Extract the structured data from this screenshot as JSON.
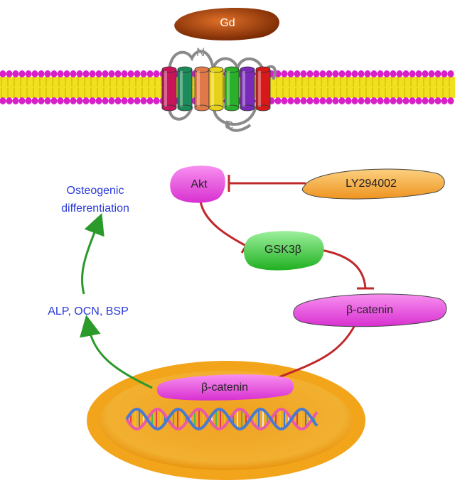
{
  "ligand": {
    "label": "Gd",
    "color": "#9a3a08"
  },
  "receptor": {
    "n_label": "N",
    "c_label": "C",
    "helix_colors": [
      "#c8145a",
      "#1c8a5a",
      "#e0784a",
      "#e6d21a",
      "#2ab02a",
      "#7a2ab8",
      "#d61a1a"
    ]
  },
  "nodes": {
    "akt": {
      "label": "Akt",
      "color": "#e848e0"
    },
    "inhibitor": {
      "label": "LY294002",
      "color": "#f4a43a"
    },
    "gsk3b": {
      "label": "GSK3β",
      "color": "#3ac83a"
    },
    "bcatenin_cyto": {
      "label": "β-catenin",
      "color": "#e848e0"
    },
    "bcatenin_nuc": {
      "label": "β-catenin",
      "color": "#e848e0"
    }
  },
  "outputs": {
    "markers": "ALP, OCN, BSP",
    "outcome_line1": "Osteogenic",
    "outcome_line2": "differentiation",
    "text_color": "#2a3ad8"
  },
  "colors": {
    "inhibit": "#c0282a",
    "activate": "#2a9a2a",
    "nucleus": "#f2a81e",
    "membrane_head": "#d820c8",
    "membrane_tail": "#f0e020"
  }
}
